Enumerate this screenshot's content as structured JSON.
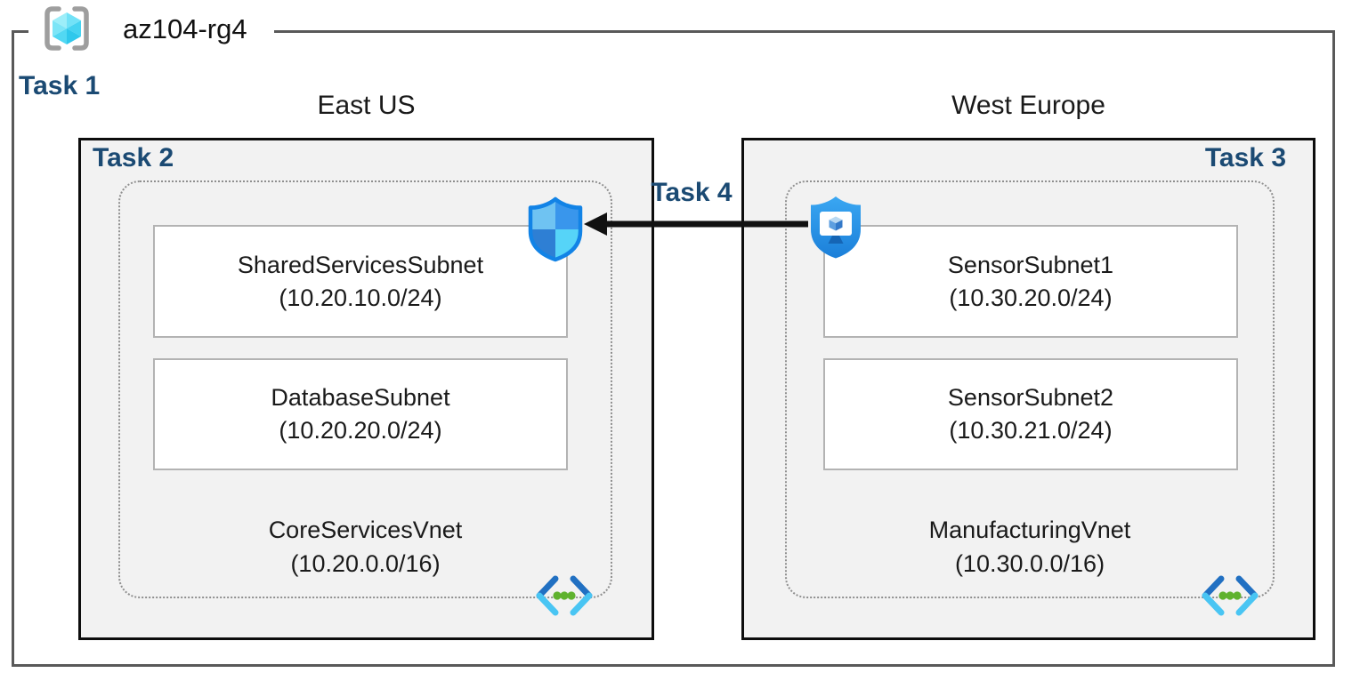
{
  "resource_group": {
    "name": "az104-rg4",
    "icon": "resource-group-icon"
  },
  "tasks": {
    "t1": "Task 1",
    "t2": "Task 2",
    "t3": "Task 3",
    "t4": "Task 4"
  },
  "regions": [
    {
      "name": "East US",
      "task_label": "Task 2",
      "vnet_name": "CoreServicesVnet",
      "vnet_cidr": "(10.20.0.0/16)",
      "subnets": [
        {
          "name": "SharedServicesSubnet",
          "cidr": "(10.20.10.0/24)"
        },
        {
          "name": "DatabaseSubnet",
          "cidr": "(10.20.20.0/24)"
        }
      ],
      "badge_icon": "defender-shield-icon",
      "vnet_icon": "virtual-network-icon"
    },
    {
      "name": "West Europe",
      "task_label": "Task 3",
      "vnet_name": "ManufacturingVnet",
      "vnet_cidr": "(10.30.0.0/16)",
      "subnets": [
        {
          "name": "SensorSubnet1",
          "cidr": "(10.30.20.0/24)"
        },
        {
          "name": "SensorSubnet2",
          "cidr": "(10.30.21.0/24)"
        }
      ],
      "badge_icon": "shielded-vm-icon",
      "vnet_icon": "virtual-network-icon"
    }
  ],
  "connection": {
    "label": "Task 4",
    "from": "ManufacturingVnet",
    "to": "CoreServicesVnet",
    "direction": "right-to-left"
  },
  "colors": {
    "task_label": "#1b4a73",
    "region_fill": "#f2f2f2",
    "region_border": "#0d0d0d",
    "dotted_border": "#8f8f8f",
    "outer_border": "#595959",
    "subnet_border": "#b3b3b3",
    "arrow": "#111111",
    "azure_blue": "#1283e6",
    "azure_cyan": "#49c5f3",
    "vnet_dot_green": "#5fb22e"
  }
}
